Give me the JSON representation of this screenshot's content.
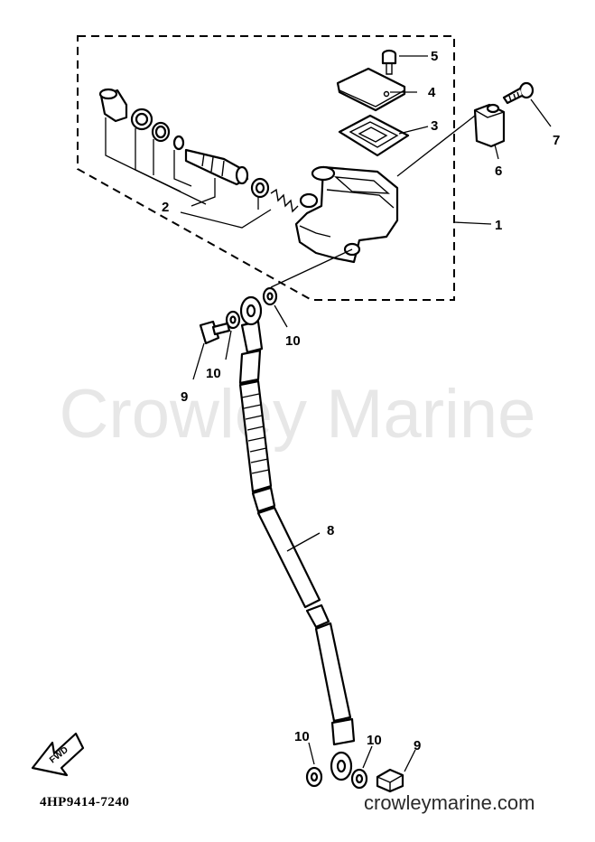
{
  "diagram": {
    "part_code": "4HP9414-7240",
    "watermark": "Crowley Marine",
    "site_credit": "crowleymarine.com",
    "arrow_label": "FWD",
    "callouts": {
      "c1": "1",
      "c2": "2",
      "c3": "3",
      "c4": "4",
      "c5": "5",
      "c6": "6",
      "c7": "7",
      "c8": "8",
      "c9a": "9",
      "c9b": "9",
      "c10a": "10",
      "c10b": "10",
      "c10c": "10",
      "c10d": "10"
    }
  }
}
